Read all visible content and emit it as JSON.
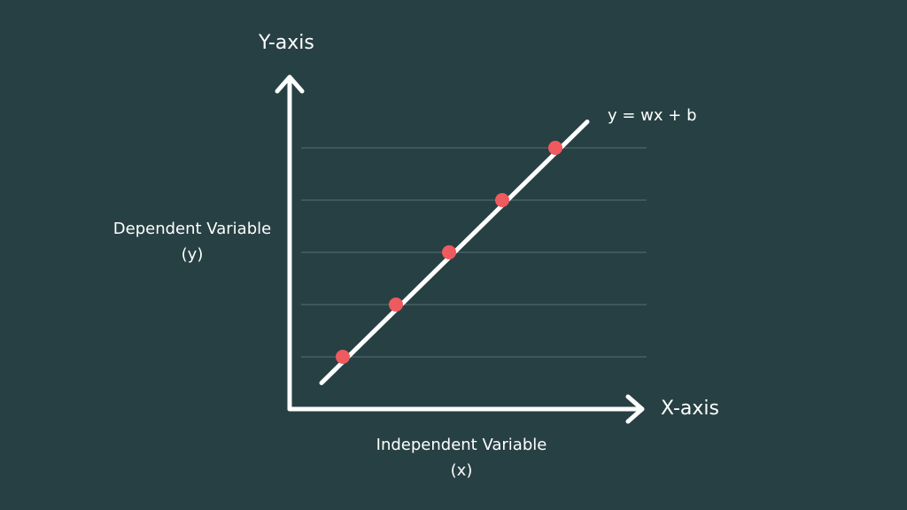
{
  "labels": {
    "y_axis": "Y-axis",
    "x_axis": "X-axis",
    "equation": "y = wx + b",
    "dependent": "Dependent Variable",
    "dependent_symbol": "(y)",
    "independent": "Independent Variable",
    "independent_symbol": "(x)"
  },
  "chart_data": {
    "type": "scatter",
    "points": [
      {
        "x": 1,
        "y": 1
      },
      {
        "x": 2,
        "y": 2
      },
      {
        "x": 3,
        "y": 3
      },
      {
        "x": 4,
        "y": 4
      },
      {
        "x": 5,
        "y": 5
      }
    ],
    "fit_line": {
      "label": "y = wx + b",
      "from": {
        "x": 0.6,
        "y": 0.5
      },
      "to": {
        "x": 5.6,
        "y": 5.5
      }
    },
    "xlim": [
      0,
      7
    ],
    "ylim": [
      0,
      6
    ],
    "gridlines_y": [
      1,
      2,
      3,
      4,
      5
    ],
    "grid": true,
    "colors": {
      "background": "#274043",
      "axis": "#ffffff",
      "line": "#ffffff",
      "point": "#ef5a5e",
      "grid": "#5a7173"
    }
  }
}
